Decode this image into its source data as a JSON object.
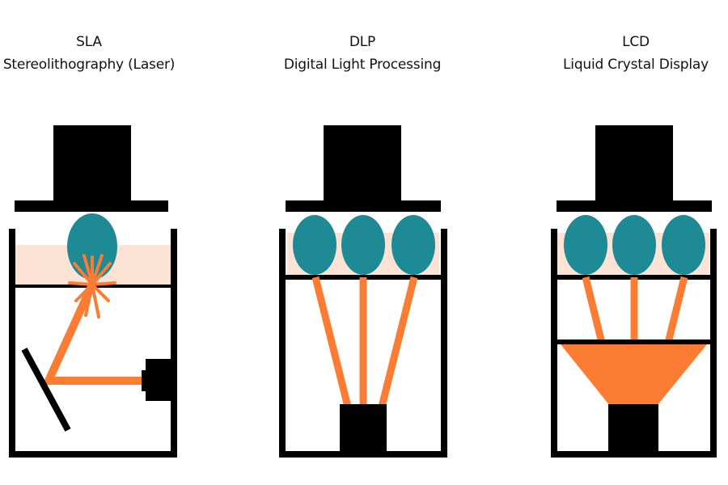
{
  "panels": [
    {
      "id": "sla",
      "abbr": "SLA",
      "name": "Stereolithography (Laser)"
    },
    {
      "id": "dlp",
      "abbr": "DLP",
      "name": "Digital Light Processing"
    },
    {
      "id": "lcd",
      "abbr": "LCD",
      "name": "Liquid Crystal Display"
    }
  ],
  "colors": {
    "black": "#000000",
    "teal": "#1e8a96",
    "orange": "#fb7c32",
    "peach": "#fce3d3"
  }
}
